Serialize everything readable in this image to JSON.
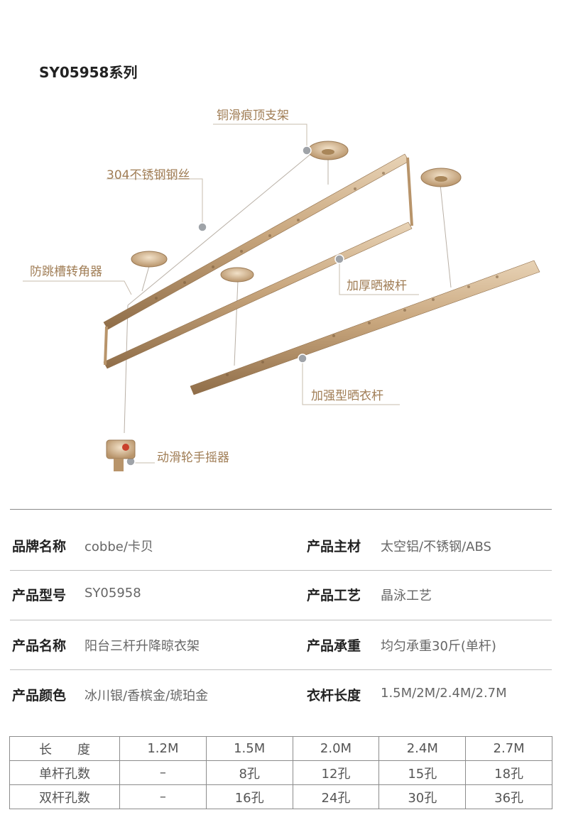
{
  "title": "SY05958系列",
  "callouts": {
    "ceiling_bracket": "铜滑痕顶支架",
    "steel_wire": "304不锈钢钢丝",
    "corner_device": "防跳槽转角器",
    "quilt_rod": "加厚晒被杆",
    "clothes_rod": "加强型晒衣杆",
    "crank": "动滑轮手摇器"
  },
  "specs": [
    {
      "label": "品牌名称",
      "value": "cobbe/卡贝"
    },
    {
      "label": "产品主材",
      "value": "太空铝/不锈钢/ABS"
    },
    {
      "label": "产品型号",
      "value": "SY05958"
    },
    {
      "label": "产品工艺",
      "value": "晶泳工艺"
    },
    {
      "label": "产品名称",
      "value": "阳台三杆升降晾衣架"
    },
    {
      "label": "产品承重",
      "value": "均匀承重30斤(单杆)"
    },
    {
      "label": "产品颜色",
      "value": "冰川银/香槟金/琥珀金"
    },
    {
      "label": "衣杆长度",
      "value": "1.5M/2M/2.4M/2.7M"
    }
  ],
  "hole_table": {
    "header": [
      "长　　度",
      "1.2M",
      "1.5M",
      "2.0M",
      "2.4M",
      "2.7M"
    ],
    "rows": [
      [
        "单杆孔数",
        "–",
        "8孔",
        "12孔",
        "15孔",
        "18孔"
      ],
      [
        "双杆孔数",
        "–",
        "16孔",
        "24孔",
        "30孔",
        "36孔"
      ]
    ]
  },
  "colors": {
    "accent": "#a07d55",
    "rod": "#c9a77e"
  }
}
